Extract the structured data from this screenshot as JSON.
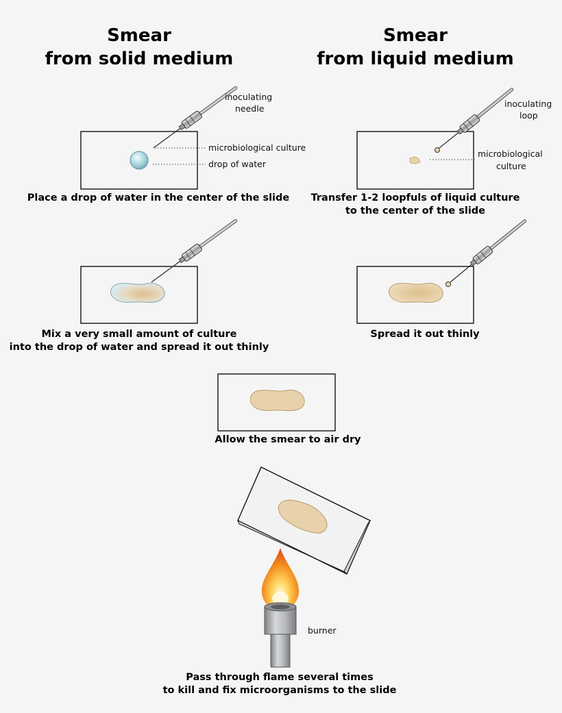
{
  "columns": {
    "solid": {
      "title_line1": "Smear",
      "title_line2": "from solid medium"
    },
    "liquid": {
      "title_line1": "Smear",
      "title_line2": "from liquid medium"
    }
  },
  "labels": {
    "inoculating_needle_1": "inoculating",
    "inoculating_needle_2": "needle",
    "microbiological_culture": "microbiological culture",
    "drop_of_water": "drop of water",
    "inoculating_loop_1": "inoculating",
    "inoculating_loop_2": "loop",
    "micro_culture_1": "microbiological",
    "micro_culture_2": "culture",
    "burner": "burner"
  },
  "steps": {
    "solid_1": "Place a drop of water in the center of the slide",
    "liquid_1_line1": "Transfer 1-2 loopfuls of liquid culture",
    "liquid_1_line2": "to the center of the slide",
    "solid_2_line1": "Mix a very small amount of culture",
    "solid_2_line2": "into the drop of water and spread it out thinly",
    "liquid_2": "Spread it out thinly",
    "dry": "Allow the smear to air dry",
    "fix_line1": "Pass through flame several times",
    "fix_line2": "to kill and fix microorganisms to the slide"
  },
  "colors": {
    "background": "#f5f5f5",
    "smear": "#e8d2ac",
    "water_drop": "#a6d4de",
    "flame_outer": "#f28a1e",
    "flame_inner": "#fff3b0",
    "burner_metal": "#a9abae"
  }
}
